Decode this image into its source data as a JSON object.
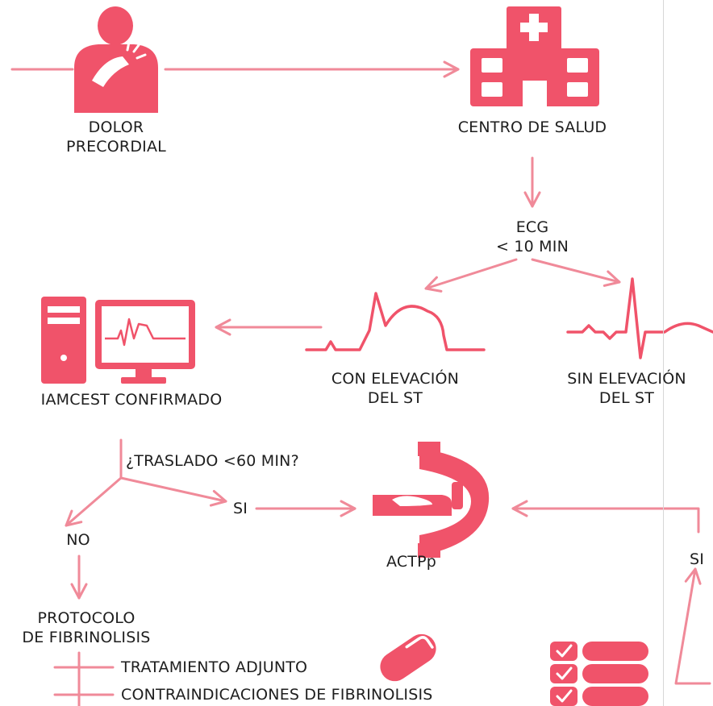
{
  "colors": {
    "accent": "#f0536a",
    "arrow": "#f08a99",
    "text": "#1e1e1e"
  },
  "icons": {
    "patient": "chest-pain-person-icon",
    "hospital": "hospital-building-icon",
    "computer": "computer-monitor-icon",
    "stemi_wave": "ecg-st-elevation-icon",
    "normal_wave": "ecg-normal-icon",
    "cath_lab": "cath-lab-scanner-icon",
    "pill": "pill-icon",
    "checklist": "checklist-icon"
  },
  "nodes": {
    "dolor_line1": "DOLOR",
    "dolor_line2": "PRECORDIAL",
    "centro": "CENTRO DE SALUD",
    "ecg_line1": "ECG",
    "ecg_line2": "< 10 MIN",
    "con_line1": "CON ELEVACIÓN",
    "con_line2": "DEL ST",
    "sin_line1": "SIN ELEVACIÓN",
    "sin_line2": "DEL ST",
    "iamcest": "IAMCEST CONFIRMADO",
    "traslado": "¿TRASLADO <60 MIN?",
    "si_left": "SI",
    "no": "NO",
    "actpp": "ACTPp",
    "si_right": "SI",
    "protocolo_line1": "PROTOCOLO",
    "protocolo_line2": "DE FIBRINOLISIS",
    "tratamiento": "TRATAMIENTO ADJUNTO",
    "contraindicaciones": "CONTRAINDICACIONES DE FIBRINOLISIS"
  }
}
